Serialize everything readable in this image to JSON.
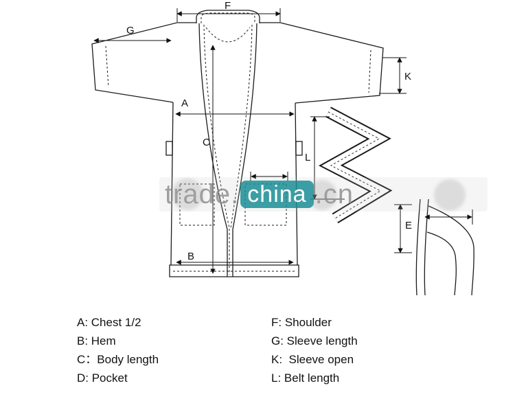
{
  "diagram": {
    "labels": {
      "F": "F",
      "G": "G",
      "K": "K",
      "A": "A",
      "B": "B",
      "C": "C",
      "L": "L",
      "E": "E"
    }
  },
  "watermark": {
    "prefix": "trade.",
    "brand": "china",
    "suffix": ".cn"
  },
  "legend": {
    "left": [
      "A: Chest 1/2",
      "B: Hem",
      "C：Body length",
      "D: Pocket"
    ],
    "right": [
      "F: Shoulder",
      "G: Sleeve length",
      "K:  Sleeve open",
      "L: Belt length"
    ]
  },
  "colors": {
    "line": "#1a1a1a",
    "watermark_text": "#8f8f8f",
    "watermark_badge": "#1b8e96"
  }
}
